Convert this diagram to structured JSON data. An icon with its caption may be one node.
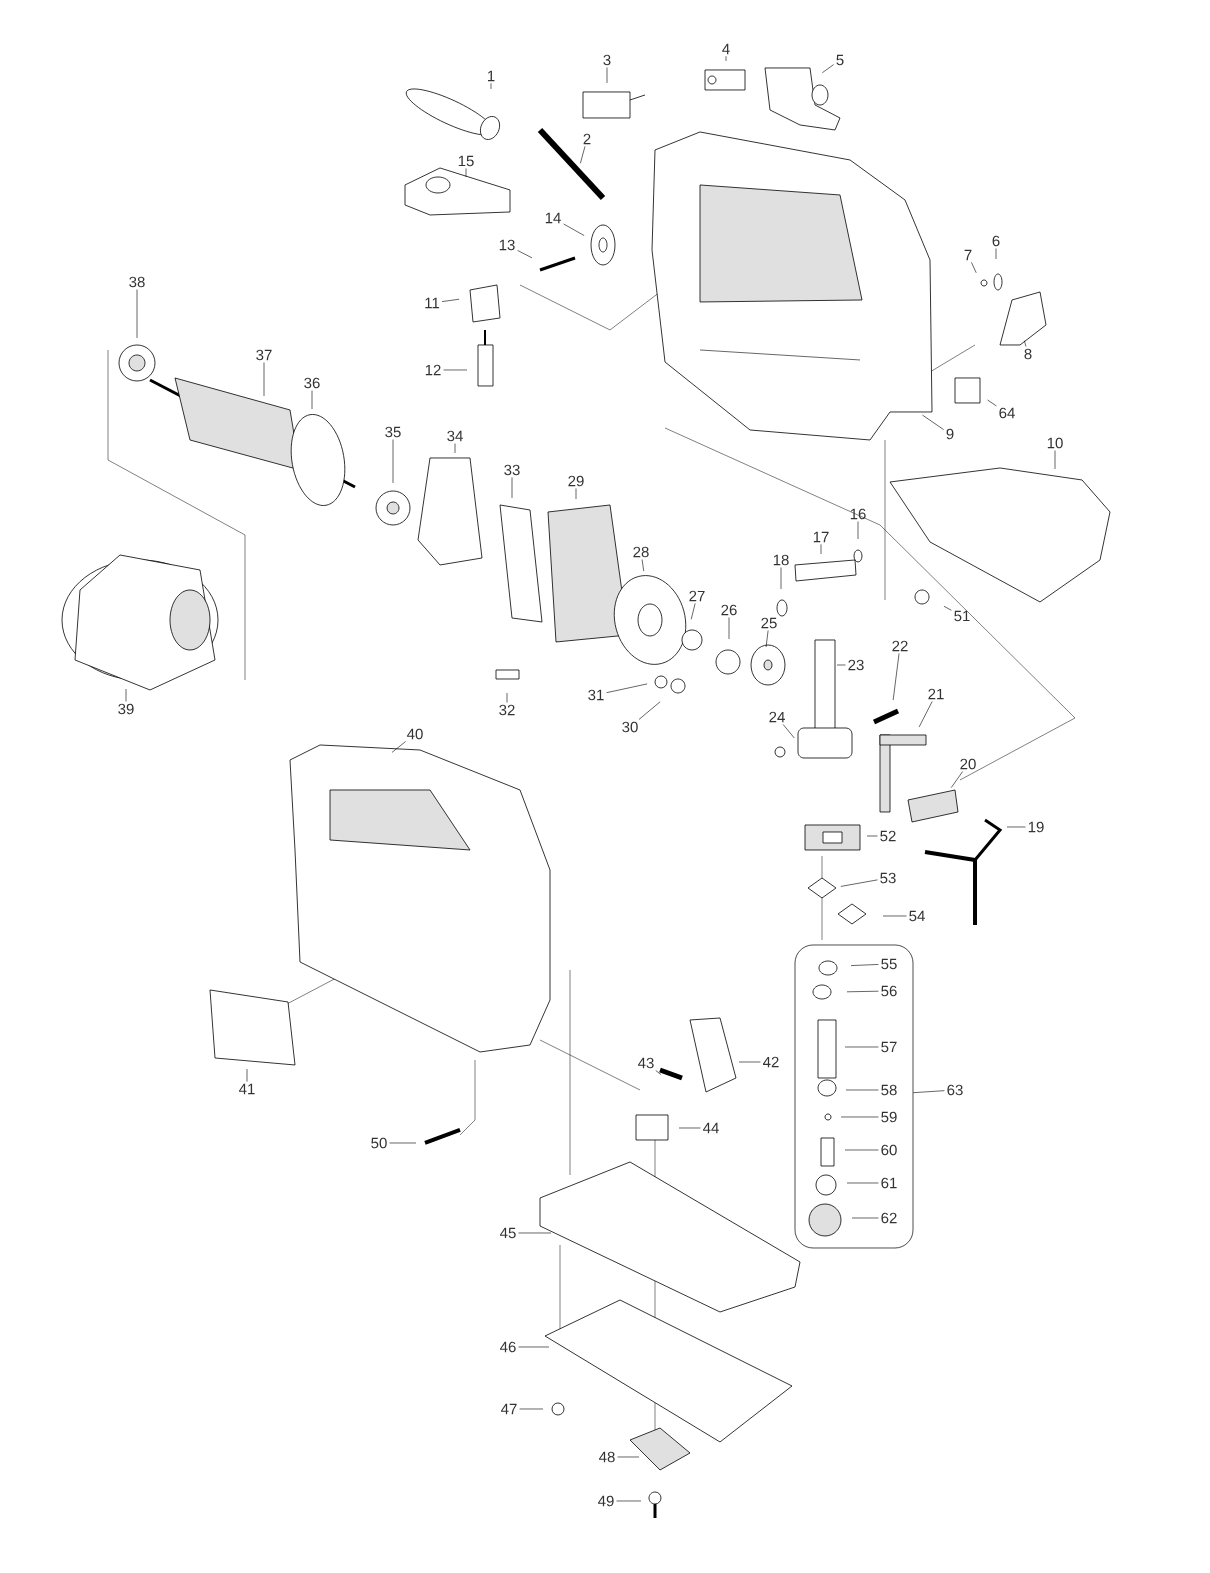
{
  "diagram": {
    "nodes": [
      {
        "text": [
          "1"
        ]
      },
      {
        "text": [
          "2"
        ]
      },
      {
        "text": [
          "3"
        ]
      },
      {
        "text": [
          "4"
        ]
      },
      {
        "text": [
          "5"
        ]
      },
      {
        "text": [
          "6"
        ]
      },
      {
        "text": [
          "7"
        ]
      },
      {
        "text": [
          "8"
        ]
      },
      {
        "text": [
          "9"
        ]
      },
      {
        "text": [
          "10"
        ]
      },
      {
        "text": [
          "11"
        ]
      },
      {
        "text": [
          "12"
        ]
      },
      {
        "text": [
          "13"
        ]
      },
      {
        "text": [
          "14"
        ]
      },
      {
        "text": [
          "15"
        ]
      },
      {
        "text": [
          "16"
        ]
      },
      {
        "text": [
          "17"
        ]
      },
      {
        "text": [
          "18"
        ]
      },
      {
        "text": [
          "19"
        ]
      },
      {
        "text": [
          "20"
        ]
      },
      {
        "text": [
          "21"
        ]
      },
      {
        "text": [
          "22"
        ]
      },
      {
        "text": [
          "23"
        ]
      },
      {
        "text": [
          "24"
        ]
      },
      {
        "text": [
          "25"
        ]
      },
      {
        "text": [
          "26"
        ]
      },
      {
        "text": [
          "27"
        ]
      },
      {
        "text": [
          "28"
        ]
      },
      {
        "text": [
          "29"
        ]
      },
      {
        "text": [
          "30"
        ]
      },
      {
        "text": [
          "31"
        ]
      },
      {
        "text": [
          "32"
        ]
      },
      {
        "text": [
          "33"
        ]
      },
      {
        "text": [
          "34"
        ]
      },
      {
        "text": [
          "35"
        ]
      },
      {
        "text": [
          "36"
        ]
      },
      {
        "text": [
          "37"
        ]
      },
      {
        "text": [
          "38"
        ]
      },
      {
        "text": [
          "39"
        ]
      },
      {
        "text": [
          "40"
        ]
      },
      {
        "text": [
          "41"
        ]
      },
      {
        "text": [
          "42"
        ]
      },
      {
        "text": [
          "43"
        ]
      },
      {
        "text": [
          "44"
        ]
      },
      {
        "text": [
          "45"
        ]
      },
      {
        "text": [
          "46"
        ]
      },
      {
        "text": [
          "47"
        ]
      },
      {
        "text": [
          "48"
        ]
      },
      {
        "text": [
          "49"
        ]
      },
      {
        "text": [
          "50"
        ]
      },
      {
        "text": [
          "51"
        ]
      },
      {
        "text": [
          "52"
        ]
      },
      {
        "text": [
          "53"
        ]
      },
      {
        "text": [
          "54"
        ]
      },
      {
        "text": [],
        "shape": "box"
      },
      {
        "text": [
          "55"
        ],
        "in": 54
      },
      {
        "text": [
          "56"
        ],
        "in": 54
      },
      {
        "text": [
          "57"
        ],
        "in": 54
      },
      {
        "text": [
          "58"
        ],
        "in": 54
      },
      {
        "text": [
          "59"
        ],
        "in": 54
      },
      {
        "text": [
          "60"
        ],
        "in": 54
      },
      {
        "text": [
          "61"
        ],
        "in": 54
      },
      {
        "text": [
          "62"
        ],
        "in": 54
      },
      {
        "text": [
          "63"
        ]
      },
      {
        "text": [
          "64"
        ]
      }
    ],
    "edges": [
      {
        "from": 0,
        "to": null,
        "arrow": "none"
      },
      {
        "from": 1,
        "to": null,
        "arrow": "none"
      },
      {
        "from": 2,
        "to": null,
        "arrow": "none"
      },
      {
        "from": 3,
        "to": null,
        "arrow": "none"
      },
      {
        "from": 4,
        "to": null,
        "arrow": "none"
      },
      {
        "from": 5,
        "to": null,
        "arrow": "none"
      },
      {
        "from": 6,
        "to": null,
        "arrow": "none"
      },
      {
        "from": 7,
        "to": null,
        "arrow": "none"
      },
      {
        "from": 8,
        "to": null,
        "arrow": "none"
      },
      {
        "from": 9,
        "to": null,
        "arrow": "none"
      },
      {
        "from": 10,
        "to": null,
        "arrow": "none"
      },
      {
        "from": 11,
        "to": null,
        "arrow": "none"
      },
      {
        "from": 12,
        "to": null,
        "arrow": "none"
      },
      {
        "from": 13,
        "to": null,
        "arrow": "none"
      },
      {
        "from": 14,
        "to": null,
        "arrow": "none"
      },
      {
        "from": 15,
        "to": null,
        "arrow": "none"
      },
      {
        "from": 16,
        "to": null,
        "arrow": "none"
      },
      {
        "from": 17,
        "to": null,
        "arrow": "none"
      },
      {
        "from": 18,
        "to": null,
        "arrow": "none"
      },
      {
        "from": 19,
        "to": null,
        "arrow": "none"
      },
      {
        "from": 20,
        "to": null,
        "arrow": "none"
      },
      {
        "from": 21,
        "to": null,
        "arrow": "none"
      },
      {
        "from": 22,
        "to": null,
        "arrow": "none"
      },
      {
        "from": 23,
        "to": null,
        "arrow": "none"
      },
      {
        "from": 24,
        "to": null,
        "arrow": "none"
      },
      {
        "from": 25,
        "to": null,
        "arrow": "none"
      },
      {
        "from": 26,
        "to": null,
        "arrow": "none"
      },
      {
        "from": 27,
        "to": null,
        "arrow": "none"
      },
      {
        "from": 28,
        "to": null,
        "arrow": "none"
      },
      {
        "from": 29,
        "to": null,
        "arrow": "none"
      },
      {
        "from": 30,
        "to": null,
        "arrow": "none"
      },
      {
        "from": 31,
        "to": null,
        "arrow": "none"
      },
      {
        "from": 32,
        "to": null,
        "arrow": "none"
      },
      {
        "from": 33,
        "to": null,
        "arrow": "none"
      },
      {
        "from": 34,
        "to": null,
        "arrow": "none"
      },
      {
        "from": 35,
        "to": null,
        "arrow": "none"
      },
      {
        "from": 36,
        "to": null,
        "arrow": "none"
      },
      {
        "from": 37,
        "to": null,
        "arrow": "none"
      },
      {
        "from": 38,
        "to": null,
        "arrow": "none"
      },
      {
        "from": 39,
        "to": null,
        "arrow": "none"
      },
      {
        "from": 40,
        "to": null,
        "arrow": "none"
      },
      {
        "from": 41,
        "to": null,
        "arrow": "none"
      },
      {
        "from": 42,
        "to": null,
        "arrow": "none"
      },
      {
        "from": 43,
        "to": null,
        "arrow": "none"
      },
      {
        "from": 44,
        "to": null,
        "arrow": "none"
      },
      {
        "from": 45,
        "to": null,
        "arrow": "none"
      },
      {
        "from": 46,
        "to": null,
        "arrow": "none"
      },
      {
        "from": 47,
        "to": null,
        "arrow": "none"
      },
      {
        "from": 48,
        "to": null,
        "arrow": "none"
      },
      {
        "from": 49,
        "to": null,
        "arrow": "none"
      },
      {
        "from": 50,
        "to": null,
        "arrow": "none"
      },
      {
        "from": 51,
        "to": null,
        "arrow": "none"
      },
      {
        "from": 52,
        "to": null,
        "arrow": "none"
      },
      {
        "from": 53,
        "to": null,
        "arrow": "none"
      },
      {
        "from": 55,
        "to": null,
        "arrow": "none"
      },
      {
        "from": 56,
        "to": null,
        "arrow": "none"
      },
      {
        "from": 57,
        "to": null,
        "arrow": "none"
      },
      {
        "from": 58,
        "to": null,
        "arrow": "none"
      },
      {
        "from": 59,
        "to": null,
        "arrow": "none"
      },
      {
        "from": 60,
        "to": null,
        "arrow": "none"
      },
      {
        "from": 61,
        "to": null,
        "arrow": "none"
      },
      {
        "from": 62,
        "to": null,
        "arrow": "none"
      },
      {
        "from": 63,
        "to": 54,
        "arrow": "none"
      },
      {
        "from": 64,
        "to": null,
        "arrow": "none"
      }
    ]
  }
}
